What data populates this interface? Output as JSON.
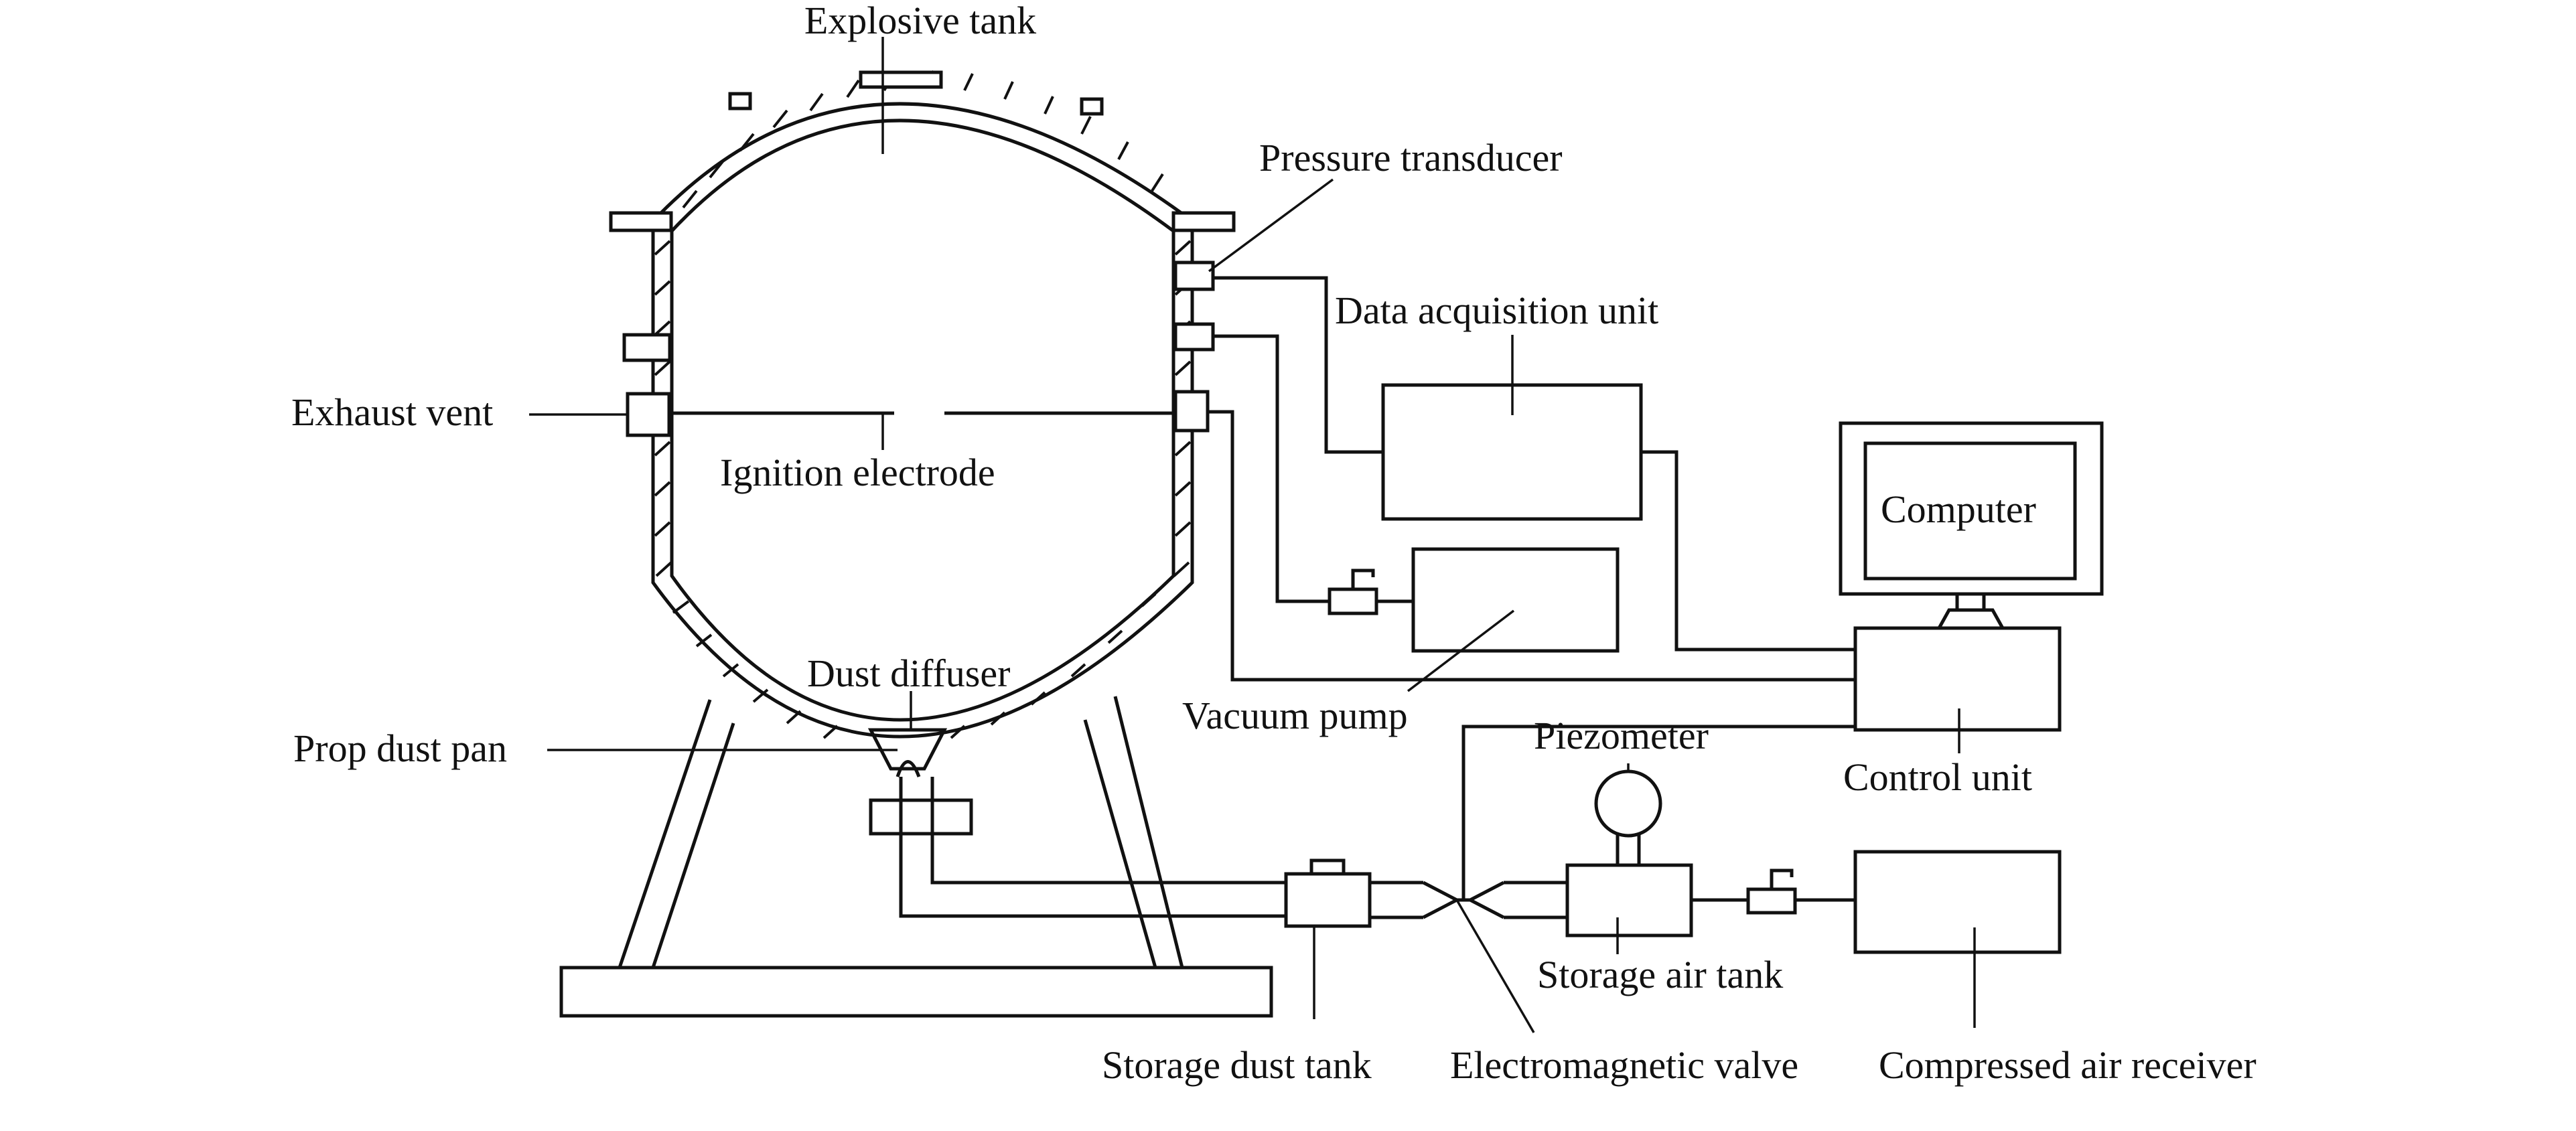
{
  "labels": {
    "explosive_tank": "Explosive tank",
    "pressure_transducer": "Pressure transducer",
    "data_acquisition_unit": "Data acquisition unit",
    "exhaust_vent": "Exhaust vent",
    "ignition_electrode": "Ignition electrode",
    "computer": "Computer",
    "dust_diffuser": "Dust diffuser",
    "vacuum_pump": "Vacuum pump",
    "piezometer": "Piezometer",
    "prop_dust_pan": "Prop dust pan",
    "control_unit": "Control unit",
    "storage_air_tank": "Storage air tank",
    "storage_dust_tank": "Storage dust tank",
    "electromagnetic_valve": "Electromagnetic valve",
    "compressed_air_receiver": "Compressed air receiver"
  }
}
